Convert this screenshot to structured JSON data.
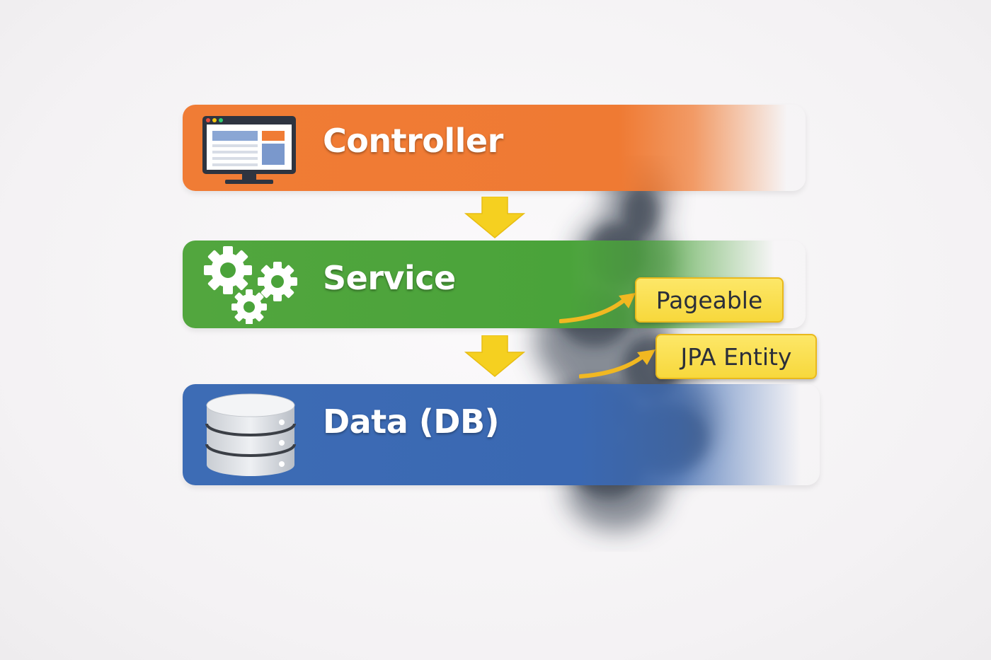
{
  "layers": {
    "controller": {
      "label": "Controller",
      "icon": "monitor-icon",
      "color": "#ef7a33"
    },
    "service": {
      "label": "Service",
      "icon": "gears-icon",
      "color": "#4aa33a"
    },
    "data": {
      "label": "Data (DB)",
      "icon": "database-icon",
      "color": "#3a68b2"
    }
  },
  "flow_arrows": {
    "color": "#f5d020",
    "icon": "arrow-down-icon"
  },
  "leaks": [
    {
      "label": "Pageable",
      "icon": "curved-arrow-icon"
    },
    {
      "label": "JPA Entity",
      "icon": "curved-arrow-icon"
    }
  ],
  "accent": {
    "tag_fill": "#f9df4c",
    "smoke": "#2b3445"
  }
}
